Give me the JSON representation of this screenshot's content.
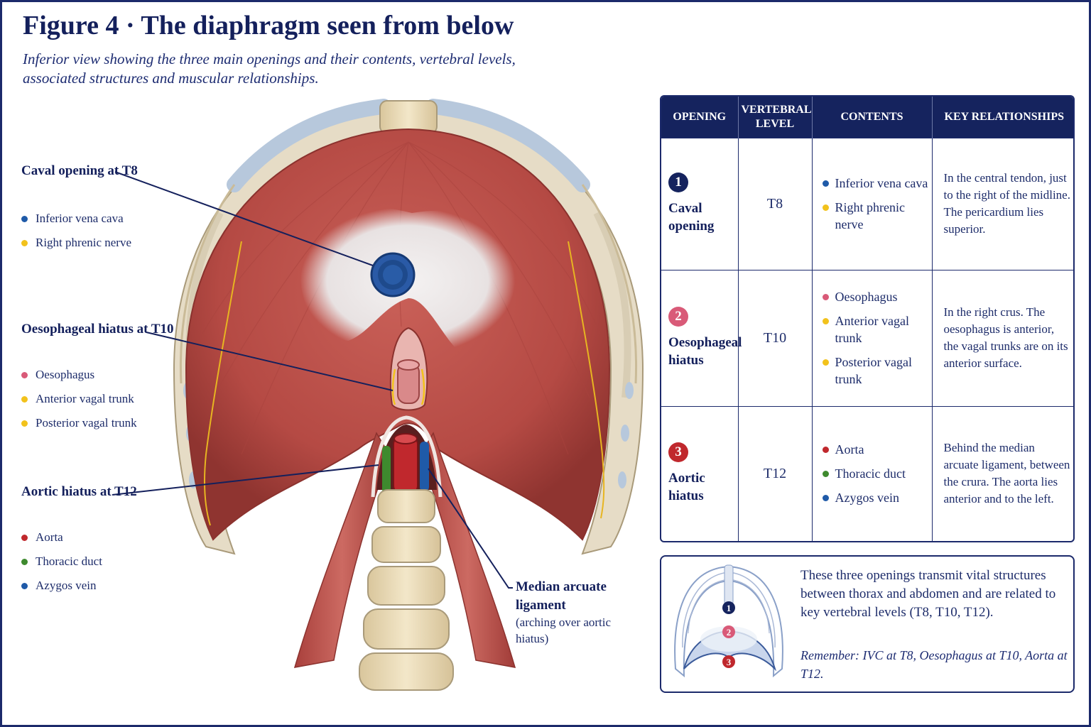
{
  "figure": {
    "title": "Figure 4 · The diaphragm seen from below",
    "subtitle": "Inferior view showing the three main openings and their contents, vertebral levels, associated structures and muscular relationships."
  },
  "colors": {
    "navy": "#15235e",
    "blue": "#1f5aa8",
    "yellow": "#f2c21c",
    "pink": "#d95a78",
    "red": "#c0282d",
    "green": "#3e8a2e",
    "muscle": "#c0504a",
    "tendon": "#eeeeee",
    "bone": "#ecdcb8"
  },
  "labels": {
    "caval": {
      "title": "Caval opening at T8",
      "items": [
        {
          "text": "Inferior vena cava",
          "color": "blue"
        },
        {
          "text": "Right phrenic nerve",
          "color": "yellow"
        }
      ]
    },
    "oesophageal": {
      "title": "Oesophageal hiatus at T10",
      "items": [
        {
          "text": "Oesophagus",
          "color": "pink"
        },
        {
          "text": "Anterior vagal trunk",
          "color": "yellow"
        },
        {
          "text": "Posterior vagal trunk",
          "color": "yellow"
        }
      ]
    },
    "aortic": {
      "title": "Aortic hiatus at T12",
      "items": [
        {
          "text": "Aorta",
          "color": "red"
        },
        {
          "text": "Thoracic duct",
          "color": "green"
        },
        {
          "text": "Azygos vein",
          "color": "blue"
        }
      ]
    },
    "median_arcuate": {
      "title": "Median arcuate ligament",
      "note": "(arching over aortic hiatus)"
    }
  },
  "table": {
    "headers": [
      "Opening",
      "Vertebral level",
      "Contents",
      "Key relationships"
    ],
    "rows": [
      {
        "num": "1",
        "num_color": "#15235e",
        "opening": "Caval opening",
        "level": "T8",
        "contents": [
          {
            "text": "Inferior vena cava",
            "color": "blue"
          },
          {
            "text": "Right phrenic nerve",
            "color": "yellow"
          }
        ],
        "relationships": "In the central tendon, just to the right of the midline. The pericardium lies superior."
      },
      {
        "num": "2",
        "num_color": "#d95a78",
        "opening": "Oesophageal hiatus",
        "level": "T10",
        "contents": [
          {
            "text": "Oesophagus",
            "color": "pink"
          },
          {
            "text": "Anterior vagal trunk",
            "color": "yellow"
          },
          {
            "text": "Posterior vagal trunk",
            "color": "yellow"
          }
        ],
        "relationships": "In the right crus. The oesophagus is anterior, the vagal trunks are on its anterior surface."
      },
      {
        "num": "3",
        "num_color": "#c0282d",
        "opening": "Aortic hiatus",
        "level": "T12",
        "contents": [
          {
            "text": "Aorta",
            "color": "red"
          },
          {
            "text": "Thoracic duct",
            "color": "green"
          },
          {
            "text": "Azygos vein",
            "color": "blue"
          }
        ],
        "relationships": "Behind the median arcuate ligament, between the crura. The aorta lies anterior and to the left."
      }
    ]
  },
  "summary": {
    "text": "These three openings transmit vital structures between thorax and abdomen and are related to key vertebral levels (T8, T10, T12).",
    "remember": "Remember: IVC at T8, Oesophagus at T10, Aorta at T12.",
    "markers": [
      "1",
      "2",
      "3"
    ]
  }
}
